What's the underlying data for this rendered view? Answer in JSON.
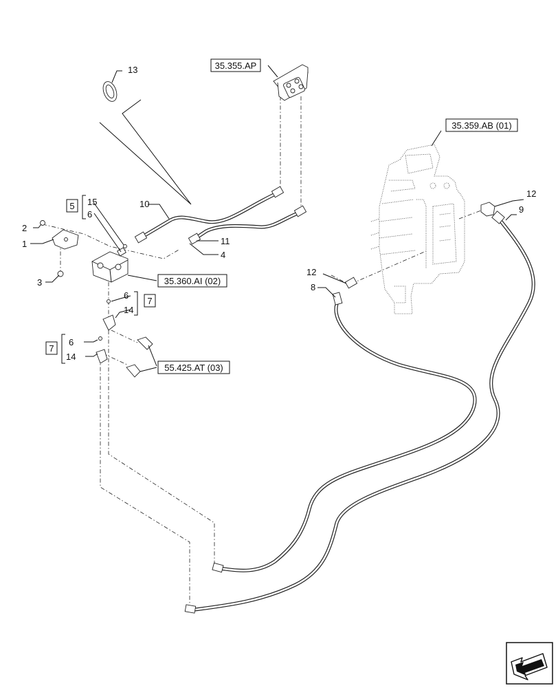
{
  "references": {
    "r_35355AP": "35.355.AP",
    "r_35359AB": "35.359.AB (01)",
    "r_35360AI": "35.360.AI (02)",
    "r_55425AT": "55.425.AT (03)"
  },
  "kits": {
    "kit_a": "5",
    "kit_b": "7",
    "kit_c": "7"
  },
  "callouts": {
    "c13": "13",
    "c10": "10",
    "c15": "15",
    "c6a": "6",
    "c2": "2",
    "c1": "1",
    "c3": "3",
    "c11": "11",
    "c4": "4",
    "c6b": "6",
    "c14a": "14",
    "c6c": "6",
    "c14b": "14",
    "c12a": "12",
    "c12b": "12",
    "c8": "8",
    "c9": "9"
  },
  "nav": {
    "icon": "next-page-arrow-icon"
  }
}
